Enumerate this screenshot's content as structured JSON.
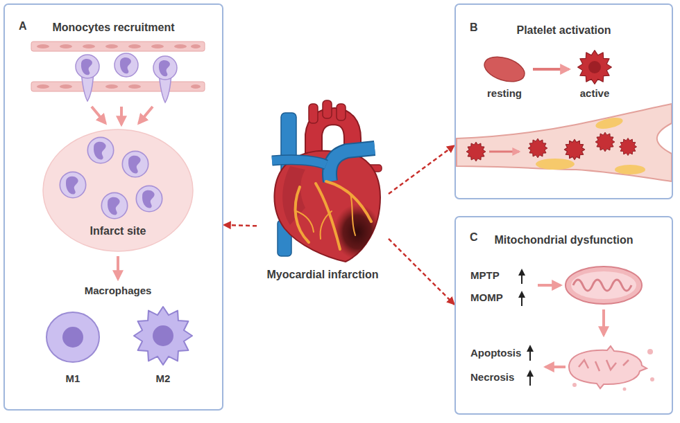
{
  "diagram": {
    "nodes": [
      {
        "text": [
          "A",
          "Monocytes recruitment"
        ]
      },
      {
        "text": [
          "Infarct site"
        ],
        "in": 0
      },
      {
        "text": [
          "Myocardial infarction"
        ]
      },
      {
        "text": [
          "B",
          "Platelet activation"
        ]
      },
      {
        "text": [
          "C",
          "Mitochondrial dysfunction"
        ]
      }
    ],
    "edges": [
      {
        "from": 2,
        "to": 0,
        "arrow": "to"
      },
      {
        "from": 2,
        "to": 3,
        "arrow": "to"
      },
      {
        "from": 2,
        "to": 4,
        "arrow": "to"
      }
    ],
    "labels": [
      "Macrophages",
      "M1",
      "M2",
      "resting",
      "active",
      "MPTP",
      "MOMP",
      "Apoptosis",
      "Necrosis"
    ]
  }
}
